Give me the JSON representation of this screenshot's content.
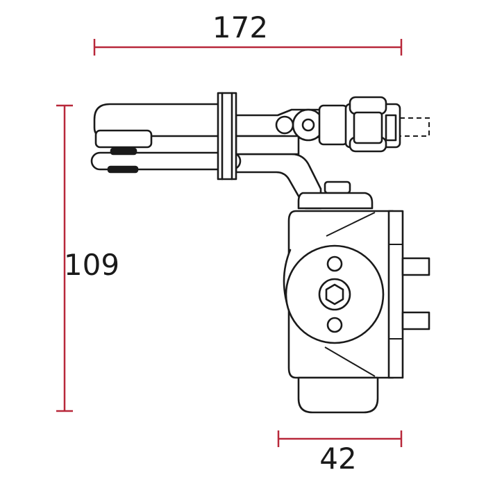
{
  "dimensions": {
    "width_top": "172",
    "height_left": "109",
    "width_bottom": "42"
  },
  "colors": {
    "dimension_line": "#b8283a",
    "outline": "#1a1a1a",
    "background": "#ffffff"
  }
}
